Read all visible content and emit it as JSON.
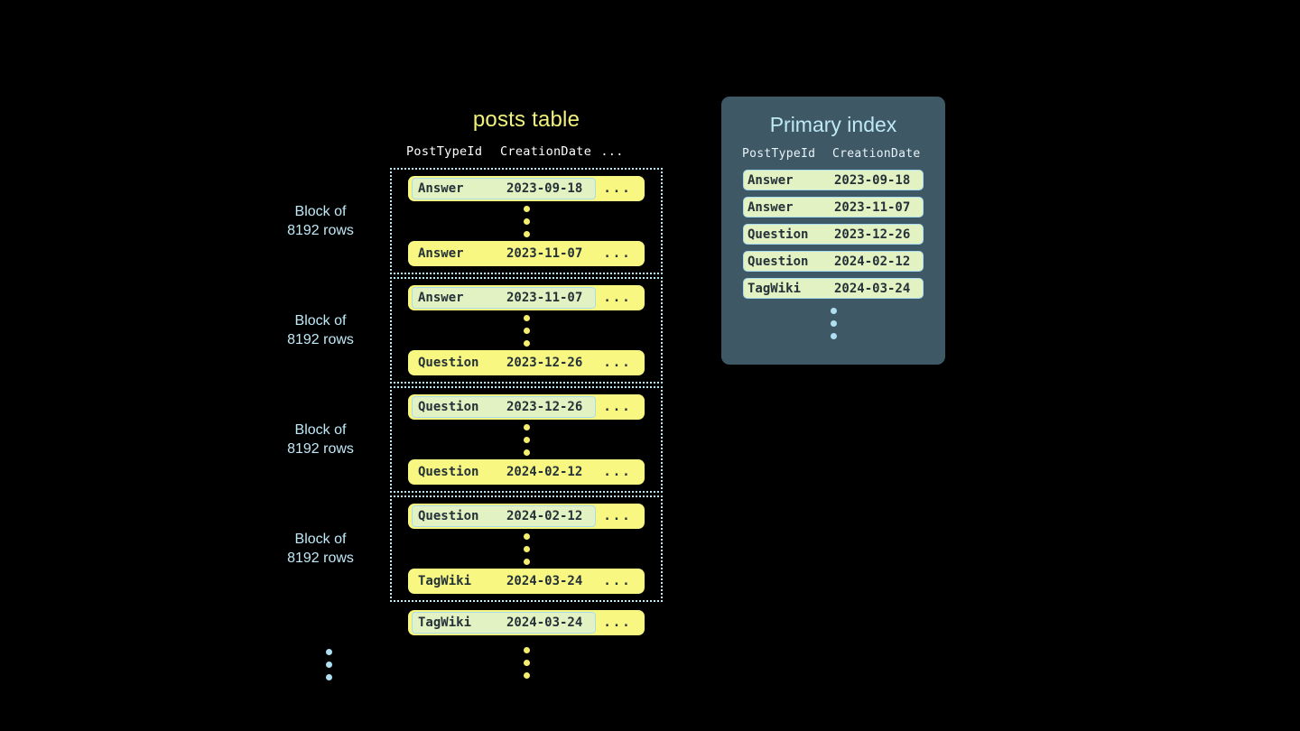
{
  "background_color": "#000000",
  "colors": {
    "row_yellow": "#f7f781",
    "highlight_mint": "#e3f2c2",
    "highlight_border": "#a9dcef",
    "accent_blue": "#bfe9f7",
    "accent_yellow": "#f2f27a",
    "panel_slate": "#3e5866",
    "text_dark": "#243138"
  },
  "posts_table": {
    "title": "posts table",
    "columns": [
      "PostTypeId",
      "CreationDate",
      "..."
    ],
    "more_cell": "...",
    "blocks": [
      {
        "label": "Block of\n8192 rows",
        "first_row": {
          "post_type_id": "Answer",
          "creation_date": "2023-09-18",
          "more": "...",
          "highlighted": true
        },
        "last_row": {
          "post_type_id": "Answer",
          "creation_date": "2023-11-07",
          "more": "...",
          "highlighted": false
        }
      },
      {
        "label": "Block of\n8192 rows",
        "first_row": {
          "post_type_id": "Answer",
          "creation_date": "2023-11-07",
          "more": "...",
          "highlighted": true
        },
        "last_row": {
          "post_type_id": "Question",
          "creation_date": "2023-12-26",
          "more": "...",
          "highlighted": false
        }
      },
      {
        "label": "Block of\n8192 rows",
        "first_row": {
          "post_type_id": "Question",
          "creation_date": "2023-12-26",
          "more": "...",
          "highlighted": true
        },
        "last_row": {
          "post_type_id": "Question",
          "creation_date": "2024-02-12",
          "more": "...",
          "highlighted": false
        }
      },
      {
        "label": "Block of\n8192 rows",
        "first_row": {
          "post_type_id": "Question",
          "creation_date": "2024-02-12",
          "more": "...",
          "highlighted": true
        },
        "last_row": {
          "post_type_id": "TagWiki",
          "creation_date": "2024-03-24",
          "more": "...",
          "highlighted": false
        }
      }
    ],
    "trailing_row": {
      "post_type_id": "TagWiki",
      "creation_date": "2024-03-24",
      "more": "...",
      "highlighted": true
    }
  },
  "primary_index": {
    "title": "Primary index",
    "columns": [
      "PostTypeId",
      "CreationDate"
    ],
    "rows": [
      {
        "post_type_id": "Answer",
        "creation_date": "2023-09-18"
      },
      {
        "post_type_id": "Answer",
        "creation_date": "2023-11-07"
      },
      {
        "post_type_id": "Question",
        "creation_date": "2023-12-26"
      },
      {
        "post_type_id": "Question",
        "creation_date": "2024-02-12"
      },
      {
        "post_type_id": "TagWiki",
        "creation_date": "2024-03-24"
      }
    ]
  }
}
